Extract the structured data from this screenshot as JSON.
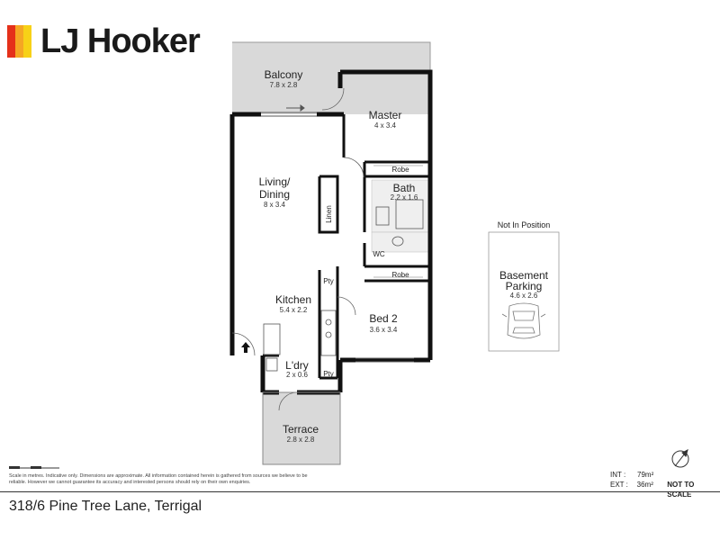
{
  "brand": {
    "name": "LJ Hooker",
    "colors": [
      "#e5301a",
      "#f5a623",
      "#f7d117"
    ]
  },
  "rooms": {
    "balcony": {
      "name": "Balcony",
      "dim": "7.8 x 2.8"
    },
    "master": {
      "name": "Master",
      "dim": "4 x 3.4"
    },
    "robe_master": {
      "name": "Robe"
    },
    "bath": {
      "name": "Bath",
      "dim": "2.2 x 1.6"
    },
    "living": {
      "name": "Living/",
      "name2": "Dining",
      "dim": "8 x 3.4"
    },
    "linen": {
      "name": "Linen"
    },
    "wc": {
      "name": "WC"
    },
    "robe_bed2": {
      "name": "Robe"
    },
    "pty1": {
      "name": "Pty"
    },
    "kitchen": {
      "name": "Kitchen",
      "dim": "5.4 x 2.2"
    },
    "bed2": {
      "name": "Bed 2",
      "dim": "3.6 x 3.4"
    },
    "laundry": {
      "name": "L'dry",
      "dim": "2 x 0.6"
    },
    "pty2": {
      "name": "Pty"
    },
    "terrace": {
      "name": "Terrace",
      "dim": "2.8 x 2.8"
    },
    "parking": {
      "header": "Not In Position",
      "name": "Basement",
      "name2": "Parking",
      "dim": "4.6 x 2.6"
    }
  },
  "disclaimer": "Scale in metres. Indicative only. Dimensions are approximate. All information contained herein is gathered from sources we believe to be reliable. However we cannot guarantee its accuracy and interested persons should rely on their own enquiries.",
  "areas": {
    "int_label": "INT :",
    "int_value": "79m²",
    "ext_label": "EXT :",
    "ext_value": "36m²",
    "scale_note": "NOT TO SCALE"
  },
  "address": "318/6 Pine Tree Lane, Terrigal"
}
